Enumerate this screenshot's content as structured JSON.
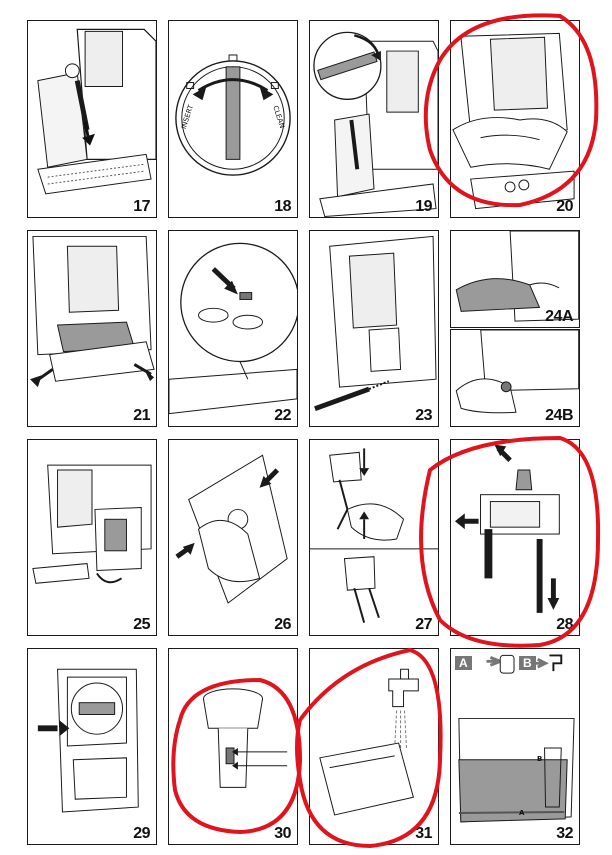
{
  "figure_numbers": {
    "p17": "17",
    "p18": "18",
    "p19": "19",
    "p20": "20",
    "p21": "21",
    "p22": "22",
    "p23": "23",
    "p24a": "24A",
    "p24b": "24B",
    "p25": "25",
    "p26": "26",
    "p27": "27",
    "p28": "28",
    "p29": "29",
    "p30": "30",
    "p31": "31",
    "p32": "32"
  },
  "dial_labels": {
    "insert": "INSERT",
    "clean": "CLEAN"
  },
  "legend": {
    "a": "A",
    "b": "B"
  },
  "fill_marks": {
    "a": "A",
    "b": "B"
  },
  "colors": {
    "annotation_red": "#e0141c",
    "line": "#1a1a1a",
    "grey_fill": "#9a9a9a"
  }
}
